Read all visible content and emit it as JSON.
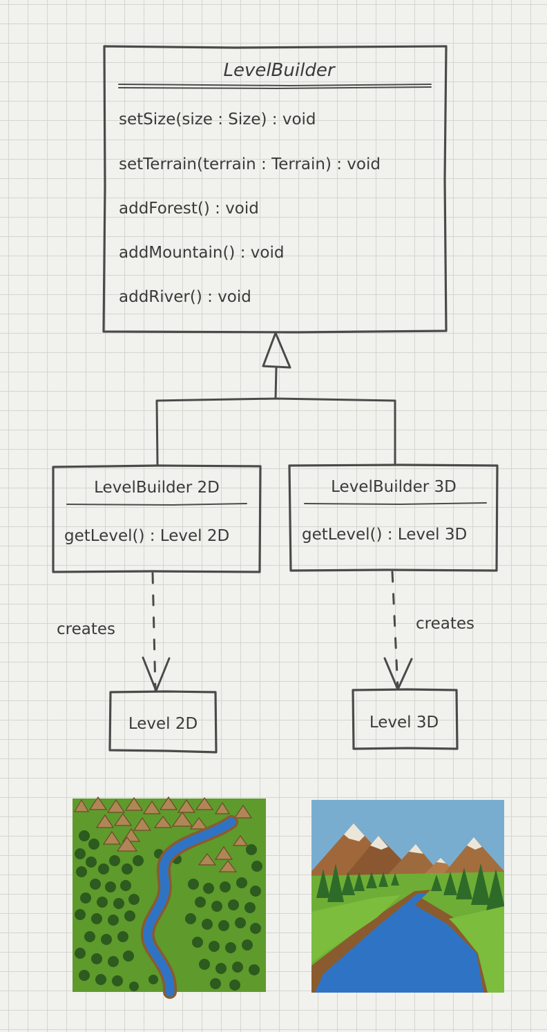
{
  "abstract_class": {
    "name": "LevelBuilder",
    "methods": [
      "setSize(size : Size) : void",
      "setTerrain(terrain : Terrain) : void",
      "addForest() : void",
      "addMountain() : void",
      "addRiver() : void"
    ]
  },
  "builders": [
    {
      "name": "LevelBuilder 2D",
      "method": "getLevel() : Level 2D"
    },
    {
      "name": "LevelBuilder 3D",
      "method": "getLevel() : Level 3D"
    }
  ],
  "products": [
    {
      "name": "Level 2D",
      "relation": "creates"
    },
    {
      "name": "Level 3D",
      "relation": "creates"
    }
  ],
  "illustrations": [
    {
      "name": "top-down-2d-terrain-picture"
    },
    {
      "name": "voxel-3d-terrain-picture"
    }
  ],
  "colors": {
    "ink": "#3a3a3a",
    "grid": "#d5d5d0",
    "paper": "#f1f1ed",
    "grass": "#5e9a2c",
    "river": "#2f74c4",
    "sky": "#79add0"
  }
}
